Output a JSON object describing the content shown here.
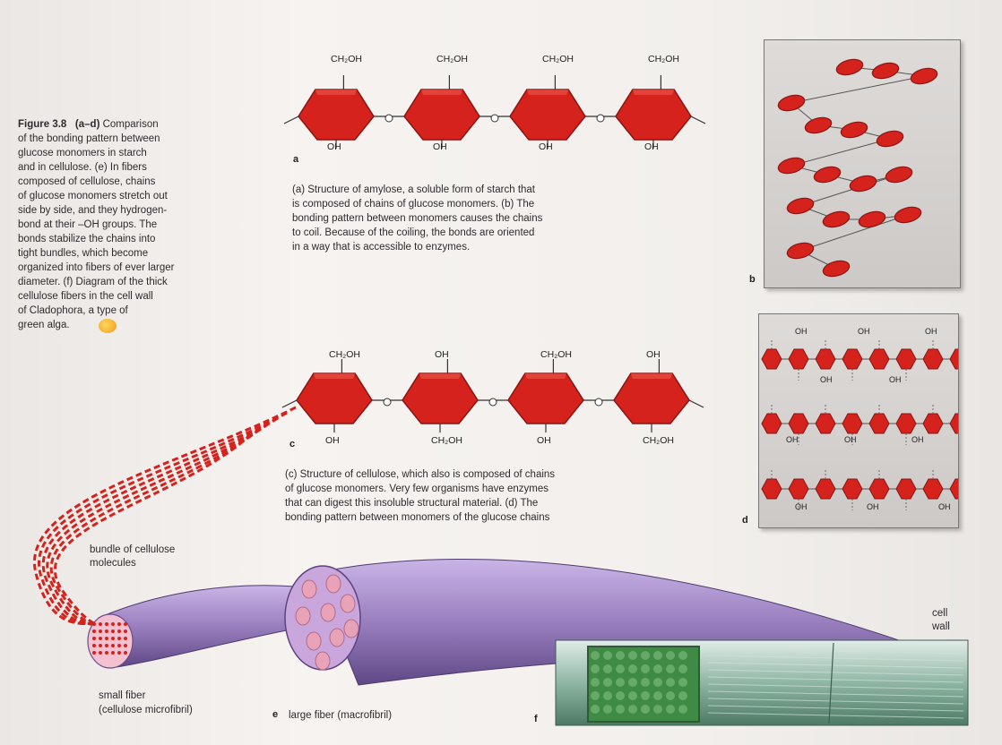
{
  "caption": {
    "title": "Figure 3.8",
    "parts": "(a–d)",
    "lines": [
      "Comparison",
      "of the bonding pattern between",
      "glucose monomers in starch",
      "and in cellulose. (e) In fibers",
      "composed of cellulose, chains",
      "of glucose monomers stretch out",
      "side by side, and they hydrogen-",
      "bond at their –OH groups. The",
      "bonds stabilize the chains into",
      "tight bundles, which become",
      "organized into fibers of ever larger",
      "diameter. (f) Diagram of the thick",
      "cellulose fibers in the cell wall",
      "of Cladophora, a type of",
      "green alga."
    ]
  },
  "amylose": {
    "letter": "a",
    "top_groups": [
      "CH2OH",
      "CH2OH",
      "CH2OH",
      "CH2OH"
    ],
    "bottom_groups": [
      "OH",
      "OH",
      "OH",
      "OH"
    ],
    "link_label": "O",
    "text": [
      "(a) Structure of amylose, a soluble form of starch that",
      "is composed of chains of glucose monomers. (b) The",
      "bonding pattern between monomers causes the chains",
      "to coil. Because of the coiling, the bonds are oriented",
      "in a way that is accessible to enzymes."
    ]
  },
  "cellulose": {
    "letter": "c",
    "top_groups": [
      "CH2OH",
      "OH",
      "CH2OH",
      "OH"
    ],
    "bottom_groups": [
      "OH",
      "CH2OH",
      "OH",
      "CH2OH"
    ],
    "text": [
      "(c) Structure of cellulose, which also is composed of chains",
      "of glucose monomers. Very few organisms have enzymes",
      "that can digest this insoluble structural material. (d) The",
      "bonding pattern between monomers of the glucose chains"
    ]
  },
  "panel_b": {
    "letter": "b"
  },
  "panel_d": {
    "letter": "d",
    "oh": "OH"
  },
  "fiber": {
    "bundle_label": [
      "bundle of cellulose",
      "molecules"
    ],
    "small_label": [
      "small fiber",
      "(cellulose microfibril)"
    ],
    "large_letter": "e",
    "large_label": "large fiber (macrofibril)",
    "cell_wall": [
      "cell",
      "wall"
    ],
    "f_letter": "f"
  },
  "colors": {
    "sugar": "#d5221c",
    "sugar_dark": "#8a1512",
    "fiber": "#9a7fbf",
    "pink": "#e9a3b8",
    "alga": "#3f8a45"
  }
}
